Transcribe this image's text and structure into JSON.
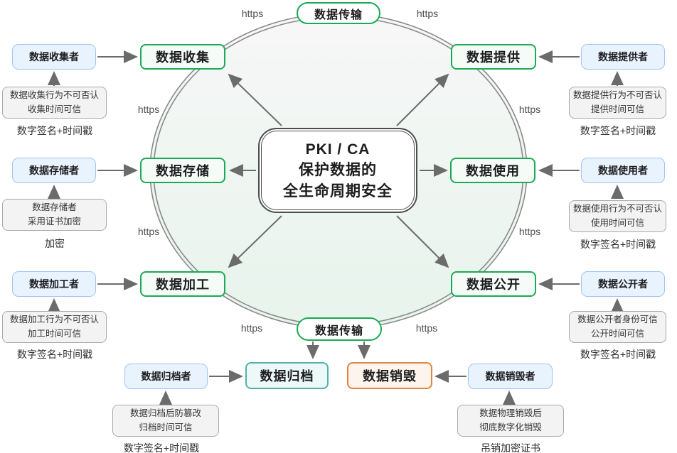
{
  "title": "PKI/CA 数据全生命周期安全示意图",
  "colors": {
    "green": "#1aab54",
    "blue_border": "#9ec5f2",
    "blue_fill": "#e9f3fe",
    "teal_border": "#53b3a8",
    "orange_border": "#de8540",
    "gray_note_fill": "#f3f3f3",
    "ring_stroke": "#8a8a8a",
    "arrow": "#6b6b6b"
  },
  "center": {
    "line1": "PKI / CA",
    "line2": "保护数据的",
    "line3": "全生命周期安全"
  },
  "transmission": {
    "top": "数据传输",
    "bottom": "数据传输"
  },
  "https_label": "https",
  "stages": {
    "collect": "数据收集",
    "provide": "数据提供",
    "store": "数据存储",
    "use": "数据使用",
    "process": "数据加工",
    "publish": "数据公开",
    "archive": "数据归档",
    "destroy": "数据销毁"
  },
  "actors": {
    "collector": {
      "label": "数据收集者",
      "note1": "数据收集行为不可否认",
      "note2": "收集时间可信",
      "caption": "数字签名+时间戳"
    },
    "provider": {
      "label": "数据提供者",
      "note1": "数据提供行为不可否认",
      "note2": "提供时间可信",
      "caption": "数字签名+时间戳"
    },
    "storer": {
      "label": "数据存储者",
      "note1": "数据存储者",
      "note2": "采用证书加密",
      "caption": "加密"
    },
    "user": {
      "label": "数据使用者",
      "note1": "数据使用行为不可否认",
      "note2": "使用时间可信",
      "caption": "数字签名+时间戳"
    },
    "processor": {
      "label": "数据加工者",
      "note1": "数据加工行为不可否认",
      "note2": "加工时间可信",
      "caption": "数字签名+时间戳"
    },
    "publisher": {
      "label": "数据公开者",
      "note1": "数据公开者身份可信",
      "note2": "公开时间可信",
      "caption": "数字签名+时间戳"
    },
    "archiver": {
      "label": "数据归档者",
      "note1": "数据归档后防篡改",
      "note2": "归档时间可信",
      "caption": "数字签名+时间戳"
    },
    "destroyer": {
      "label": "数据销毁者",
      "note1": "数据物理销毁后",
      "note2": "彻底数字化销毁",
      "caption": "吊销加密证书"
    }
  }
}
